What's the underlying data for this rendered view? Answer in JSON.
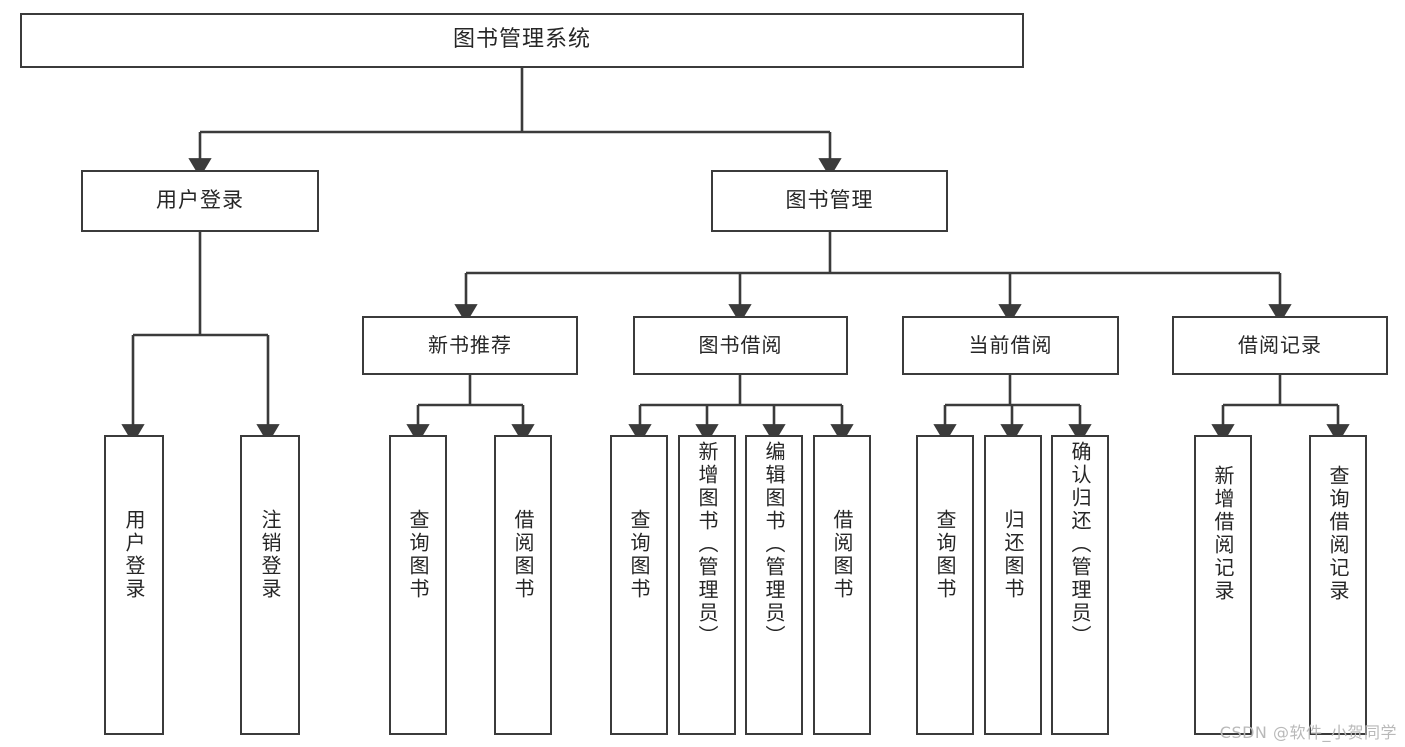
{
  "diagram": {
    "title": "图书管理系统",
    "type": "tree-hierarchy",
    "root": {
      "label": "图书管理系统"
    },
    "level2": [
      {
        "label": "用户登录"
      },
      {
        "label": "图书管理"
      }
    ],
    "level3": [
      {
        "label": "新书推荐"
      },
      {
        "label": "图书借阅"
      },
      {
        "label": "当前借阅"
      },
      {
        "label": "借阅记录"
      }
    ],
    "leaves": {
      "user_login": [
        {
          "label": "用户登录"
        },
        {
          "label": "注销登录"
        }
      ],
      "new_book_recommend": [
        {
          "label": "查询图书"
        },
        {
          "label": "借阅图书"
        }
      ],
      "book_borrow": [
        {
          "label": "查询图书"
        },
        {
          "label": "新增图书（管理员）"
        },
        {
          "label": "编辑图书（管理员）"
        },
        {
          "label": "借阅图书"
        }
      ],
      "current_borrow": [
        {
          "label": "查询图书"
        },
        {
          "label": "归还图书"
        },
        {
          "label": "确认归还（管理员）"
        }
      ],
      "borrow_record": [
        {
          "label": "新增借阅记录"
        },
        {
          "label": "查询借阅记录"
        }
      ]
    }
  },
  "watermark": {
    "text": "CSDN @软件_小贺同学"
  },
  "colors": {
    "border": "#3b3b3b",
    "text": "#262626",
    "background": "#ffffff",
    "watermark": "#b9b9b9"
  }
}
